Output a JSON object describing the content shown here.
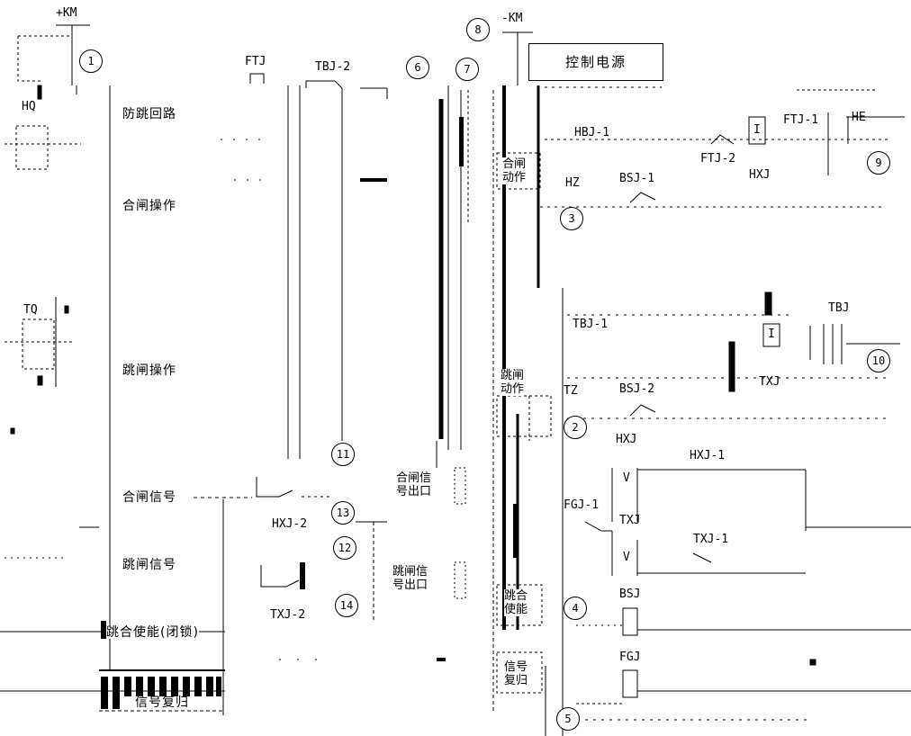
{
  "supplies": {
    "positive": "+KM",
    "negative": "-KM",
    "control_power": "控制电源"
  },
  "sections": {
    "anti_jump": "防跳回路",
    "close_op": "合闸操作",
    "trip_op": "跳闸操作",
    "close_signal": "合闸信号",
    "trip_signal": "跳闸信号",
    "enable_lock": "跳合使能(闭锁)",
    "signal_reset": "信号复归"
  },
  "coils": {
    "HQ": "HQ",
    "TQ": "TQ"
  },
  "contacts": {
    "FTJ": "FTJ",
    "TBJ_2": "TBJ-2",
    "HXJ_2": "HXJ-2",
    "TXJ_2": "TXJ-2",
    "HBJ_1": "HBJ-1",
    "FTJ_1": "FTJ-1",
    "FTJ_2": "FTJ-2",
    "HE": "HE",
    "HXJ": "HXJ",
    "BSJ_1": "BSJ-1",
    "HZ": "HZ",
    "TBJ_1": "TBJ-1",
    "TBJ": "TBJ",
    "TXJ": "TXJ",
    "TZ": "TZ",
    "BSJ_2": "BSJ-2",
    "HXJ_r": "HXJ",
    "HXJ_1": "HXJ-1",
    "FGJ_1": "FGJ-1",
    "TXJ_r": "TXJ",
    "TXJ_1": "TXJ-1",
    "BSJ": "BSJ",
    "FGJ": "FGJ",
    "V1": "V",
    "V2": "V",
    "I1": "I",
    "I2": "I"
  },
  "blocks": {
    "close_action": [
      "合闸",
      "动作"
    ],
    "trip_action": [
      "跳闸",
      "动作"
    ],
    "close_out": [
      "合闸信",
      "号出口"
    ],
    "trip_out": [
      "跳闸信",
      "号出口"
    ],
    "enable": [
      "跳合",
      "使能"
    ],
    "reset": [
      "信号",
      "复归"
    ]
  },
  "markers": [
    "1",
    "2",
    "3",
    "4",
    "5",
    "6",
    "7",
    "8",
    "9",
    "10",
    "11",
    "12",
    "13",
    "14"
  ]
}
